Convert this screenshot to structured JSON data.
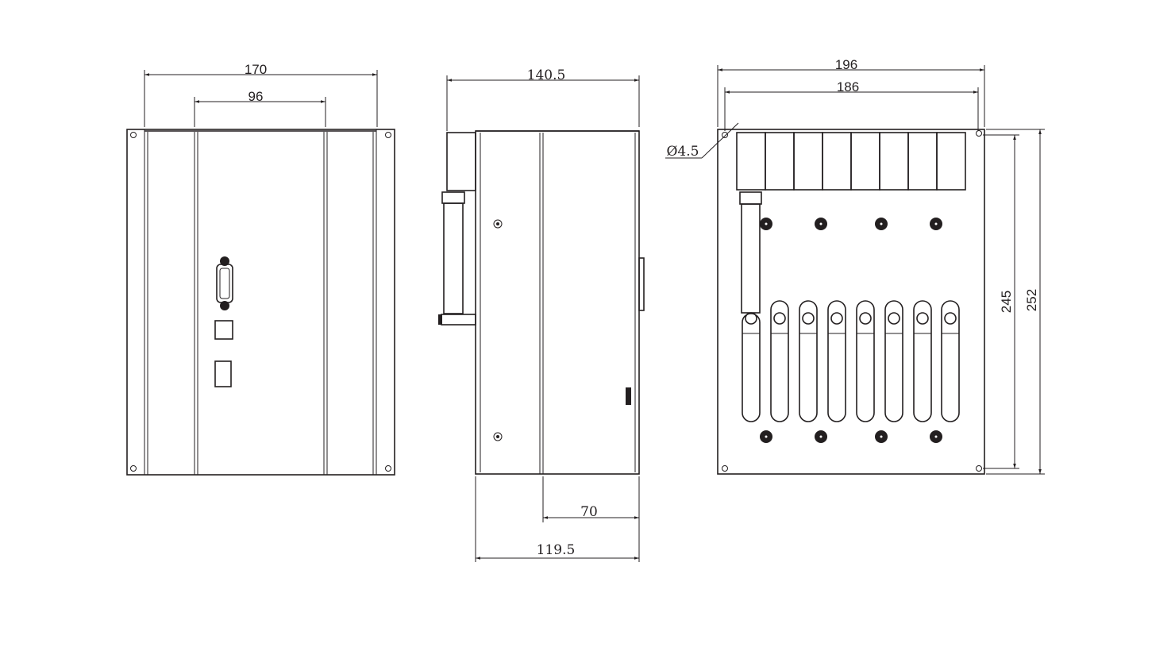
{
  "views": {
    "front": {
      "width_overall": "170",
      "width_inner": "96"
    },
    "side": {
      "depth_overall": "140.5",
      "depth_rear": "70",
      "depth_body": "119.5"
    },
    "rear": {
      "width_overall": "196",
      "hole_spacing_width": "186",
      "hole_spacing_height": "245",
      "height_overall": "252",
      "hole_diameter": "Ø4.5"
    }
  },
  "colors": {
    "line": "#231f20",
    "background": "#ffffff"
  }
}
